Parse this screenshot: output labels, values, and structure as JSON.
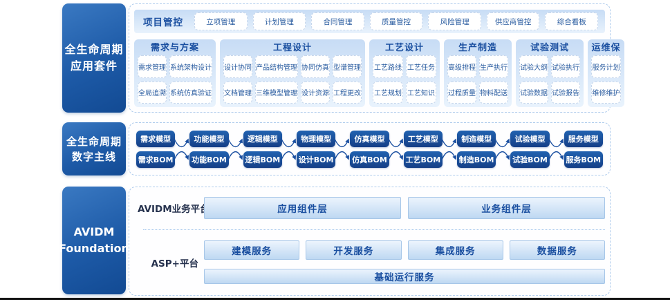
{
  "colors": {
    "primary_blue": "#1a4fa0",
    "dark_box_blue": "#1b4f9b",
    "panel_light_blue": "#c7dcf5",
    "bar_fill_blue": "#bed8f2",
    "chip_text_blue": "#2a5ca0"
  },
  "suite": {
    "label_lines": [
      "全生命周期",
      "应用套件"
    ],
    "project_row": {
      "header": "项目管控",
      "items": [
        "立项管理",
        "计划管理",
        "合同管理",
        "质量管控",
        "风险管理",
        "供应商管控",
        "综合看板"
      ]
    },
    "columns": [
      {
        "header": "需求与方案",
        "rows": [
          [
            "需求管理",
            "系统架构设计"
          ],
          [
            "全局追溯",
            "系统仿真验证"
          ]
        ]
      },
      {
        "header": "工程设计",
        "rows": [
          [
            "设计协同",
            "产品结构管理",
            "协同仿真",
            "型谱管理"
          ],
          [
            "文档管理",
            "三维模型管理",
            "设计资源",
            "工程更改"
          ]
        ]
      },
      {
        "header": "工艺设计",
        "rows": [
          [
            "工艺路线",
            "工艺任务"
          ],
          [
            "工艺规划",
            "工艺知识"
          ]
        ]
      },
      {
        "header": "生产制造",
        "rows": [
          [
            "高级排程",
            "生产执行"
          ],
          [
            "过程质量",
            "物料配送"
          ]
        ]
      },
      {
        "header": "试验测试",
        "rows": [
          [
            "试验大纲",
            "试验执行"
          ],
          [
            "试验数据",
            "试验报告"
          ]
        ]
      },
      {
        "header": "运维保障",
        "rows": [
          [
            "服务计划"
          ],
          [
            "维修维护"
          ]
        ]
      }
    ]
  },
  "thread": {
    "label_lines": [
      "全生命周期",
      "数字主线"
    ],
    "pairs": [
      {
        "model": "需求模型",
        "bom": "需求BOM"
      },
      {
        "model": "功能模型",
        "bom": "功能BOM"
      },
      {
        "model": "逻辑模型",
        "bom": "逻辑BOM"
      },
      {
        "model": "物理模型",
        "bom": "设计BOM"
      },
      {
        "model": "仿真模型",
        "bom": "仿真BOM"
      },
      {
        "model": "工艺模型",
        "bom": "工艺BOM"
      },
      {
        "model": "制造模型",
        "bom": "制造BOM"
      },
      {
        "model": "试验模型",
        "bom": "试验BOM"
      },
      {
        "model": "服务模型",
        "bom": "服务BOM"
      }
    ]
  },
  "foundation": {
    "label_lines": [
      "AVIDM",
      "Foundation"
    ],
    "business_platform": {
      "label": "AVIDM业务平台",
      "bars": [
        "应用组件层",
        "业务组件层"
      ]
    },
    "asp_platform": {
      "label": "ASP+平台",
      "services": [
        "建模服务",
        "开发服务",
        "集成服务",
        "数据服务"
      ],
      "base": "基础运行服务"
    }
  }
}
